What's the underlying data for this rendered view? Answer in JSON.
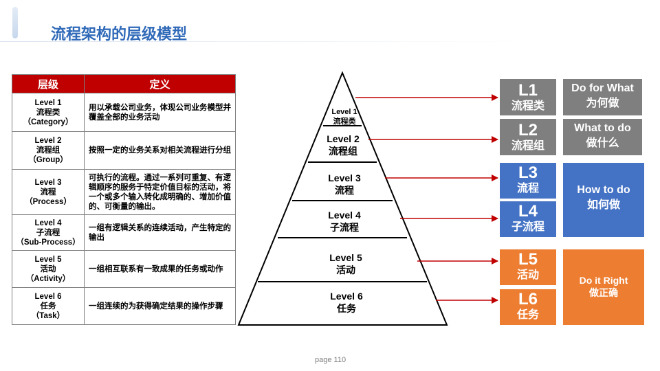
{
  "title": "流程架构的层级模型",
  "table": {
    "headers": [
      "层级",
      "定义"
    ],
    "rows": [
      {
        "en": "Level 1",
        "cn": "流程类",
        "term": "（Category）",
        "definition": "用以承载公司业务，体现公司业务模型并覆盖全部的业务活动"
      },
      {
        "en": "Level 2",
        "cn": "流程组",
        "term": "（Group）",
        "definition": "按照一定的业务关系对相关流程进行分组"
      },
      {
        "en": "Level 3",
        "cn": "流程",
        "term": "（Process）",
        "definition": "可执行的流程。通过一系列可重复、有逻辑顺序的服务于特定价值目标的活动，将一个或多个输入转化成明确的、增加价值的、可衡量的输出。"
      },
      {
        "en": "Level 4",
        "cn": "子流程",
        "term": "（Sub-Process）",
        "definition": "一组有逻辑关系的连续活动，产生特定的输出"
      },
      {
        "en": "Level 5",
        "cn": "活动",
        "term": "（Activity）",
        "definition": "一组相互联系有一致成果的任务或动作"
      },
      {
        "en": "Level 6",
        "cn": "任务",
        "term": "（Task）",
        "definition": "一组连续的为获得确定结果的操作步骤"
      }
    ]
  },
  "pyramid": [
    {
      "en": "Level 1",
      "cn": "流程类"
    },
    {
      "en": "Level 2",
      "cn": "流程组"
    },
    {
      "en": "Level 3",
      "cn": "流程"
    },
    {
      "en": "Level 4",
      "cn": "子流程"
    },
    {
      "en": "Level 5",
      "cn": "活动"
    },
    {
      "en": "Level 6",
      "cn": "任务"
    }
  ],
  "levels": [
    {
      "code": "L1",
      "cn": "流程类"
    },
    {
      "code": "L2",
      "cn": "流程组"
    },
    {
      "code": "L3",
      "cn": "流程"
    },
    {
      "code": "L4",
      "cn": "子流程"
    },
    {
      "code": "L5",
      "cn": "活动"
    },
    {
      "code": "L6",
      "cn": "任务"
    }
  ],
  "descriptions": {
    "d1": {
      "en": "Do for What",
      "cn": "为何做"
    },
    "d2": {
      "en": "What to do",
      "cn": "做什么"
    },
    "d3": {
      "en": "How to do",
      "cn": "如何做"
    },
    "d4": {
      "en": "Do it Right",
      "cn": "做正确"
    }
  },
  "colors": {
    "red": "#c00000",
    "gray": "#7f7f7f",
    "blue": "#4472c4",
    "orange": "#ed7d31",
    "title": "#2f69b8"
  },
  "page": "page 110"
}
